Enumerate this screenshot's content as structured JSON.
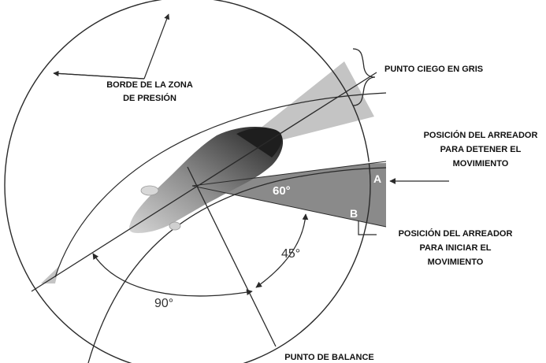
{
  "labels": {
    "pressure_zone_line1": "BORDE DE LA ZONA",
    "pressure_zone_line2": "DE PRESIÓN",
    "blind_spot": "PUNTO CIEGO EN GRIS",
    "stop_line1": "POSICIÓN DEL ARREADOR",
    "stop_line2": "PARA DETENER EL",
    "stop_line3": "MOVIMIENTO",
    "start_line1": "POSICIÓN DEL ARREADOR",
    "start_line2": "PARA INICIAR EL",
    "start_line3": "MOVIMIENTO",
    "balance_point": "PUNTO DE BALANCE"
  },
  "angles": {
    "sector": "60°",
    "front": "45°",
    "right_angle": "90°"
  },
  "positions": {
    "a": "A",
    "b": "B"
  },
  "colors": {
    "line": "#2a2a2a",
    "sector": "#8a8a8a",
    "blind_spot": "#c4c4c4",
    "animal_dark": "#2c2c2c",
    "animal_light": "#b5b5b5"
  }
}
